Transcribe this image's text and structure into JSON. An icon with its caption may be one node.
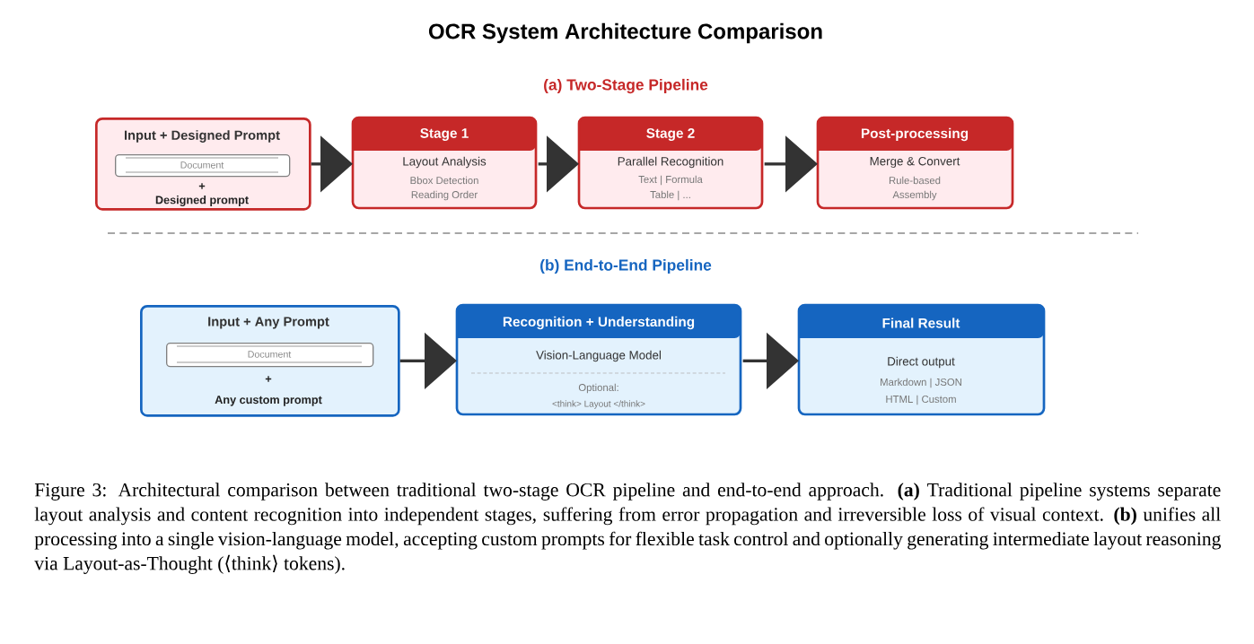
{
  "diagram": {
    "title": "OCR System Architecture Comparison",
    "caption": "Figure 3: Architectural comparison between traditional two-stage OCR pipeline and end-to-end approach. **(a)** Traditional pipeline systems separate layout analysis and content recognition into independent stages, suffering from error propagation and irreversible loss of visual context. **(b)** unifies all processing into a single vision-language model, accepting custom prompts for flexible task control and optionally generating intermediate layout reasoning via Layout-as-Thought (⟨think⟩ tokens).",
    "nodes": [
      {
        "text": [
          "Input + Designed Prompt",
          "+",
          "Designed prompt"
        ]
      },
      {
        "text": [
          "Document"
        ],
        "in": 0
      },
      {
        "text": [
          "Stage 1",
          "Layout Analysis",
          "Bbox Detection",
          "Reading Order"
        ]
      },
      {
        "text": [
          "Stage 2",
          "Parallel Recognition",
          "Text | Formula",
          "Table | ..."
        ]
      },
      {
        "text": [
          "Post-processing",
          "Merge & Convert",
          "Rule-based",
          "Assembly"
        ]
      },
      {
        "text": [
          "Input + Any Prompt",
          "+",
          "Any custom prompt"
        ]
      },
      {
        "text": [
          "Document"
        ],
        "in": 5
      },
      {
        "text": [
          "Recognition + Understanding",
          "Vision-Language Model",
          "Optional:",
          "<think> Layout </think>"
        ]
      },
      {
        "text": [
          "Final Result",
          "Direct output",
          "Markdown | JSON",
          "HTML | Custom"
        ]
      }
    ],
    "edges": [
      {
        "from": 0,
        "to": 2,
        "arrow": "to"
      },
      {
        "from": 2,
        "to": 3,
        "arrow": "to"
      },
      {
        "from": 3,
        "to": 4,
        "arrow": "to"
      },
      {
        "from": 5,
        "to": 7,
        "arrow": "to"
      },
      {
        "from": 7,
        "to": 8,
        "arrow": "to"
      }
    ],
    "labels": [
      "(a) Two-Stage Pipeline",
      "(b) End-to-End Pipeline"
    ]
  }
}
